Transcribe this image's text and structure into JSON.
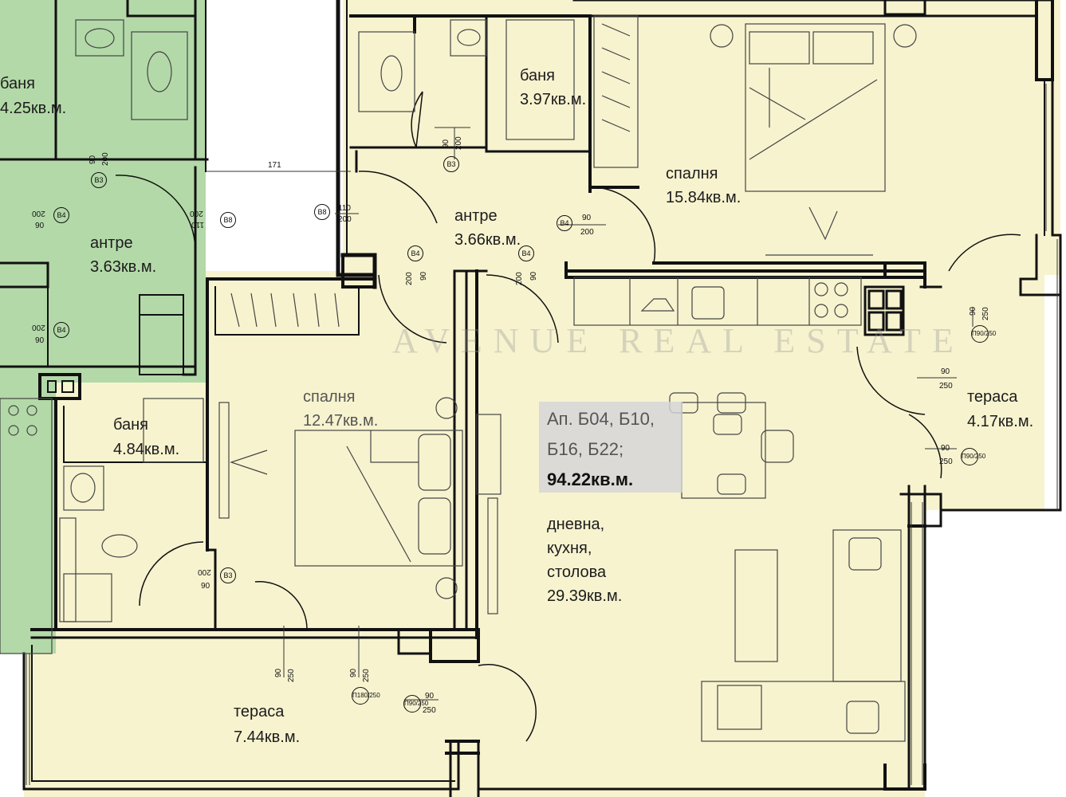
{
  "summary": {
    "apartments_line1": "Ап. Б04, Б10,",
    "apartments_line2": "Б16, Б22;",
    "total_area": "94.22кв.м."
  },
  "rooms": {
    "bath_top": {
      "name": "баня",
      "area": "3.97кв.м."
    },
    "bedroom_top": {
      "name": "спалня",
      "area": "15.84кв.м."
    },
    "hall": {
      "name": "антре",
      "area": "3.66кв.м."
    },
    "bedroom_mid": {
      "name": "спалня",
      "area": "12.47кв.м."
    },
    "bath_left": {
      "name": "баня",
      "area": "4.84кв.м."
    },
    "living": {
      "line1": "дневна,",
      "line2": "кухня,",
      "line3": "столова",
      "area": "29.39кв.м."
    },
    "terrace_right": {
      "name": "тераса",
      "area": "4.17кв.м."
    },
    "terrace_bottom": {
      "name": "тераса",
      "area": "7.44кв.м."
    },
    "neighbor_bath": {
      "name": "баня",
      "area": "4.25кв.м."
    },
    "neighbor_hall": {
      "name": "антре",
      "area": "3.63кв.м."
    }
  },
  "dimensions": {
    "w171": "171",
    "d90": "90",
    "d110": "110",
    "d200": "200",
    "d250": "250",
    "d180": "180",
    "d200rev": "200",
    "d06rev": "06",
    "d110rev": "110"
  },
  "door_tags": {
    "b3": "В3",
    "b4": "В4",
    "b8": "В8",
    "p90": "П90/250",
    "p180": "П180/250"
  },
  "watermark": {
    "brand": "AVENUE REAL ESTATE"
  },
  "colors": {
    "apartment_fill": "#f7f3cf",
    "neighbor_fill": "#b3d9a8",
    "wall": "#111111",
    "furniture": "#444444"
  }
}
